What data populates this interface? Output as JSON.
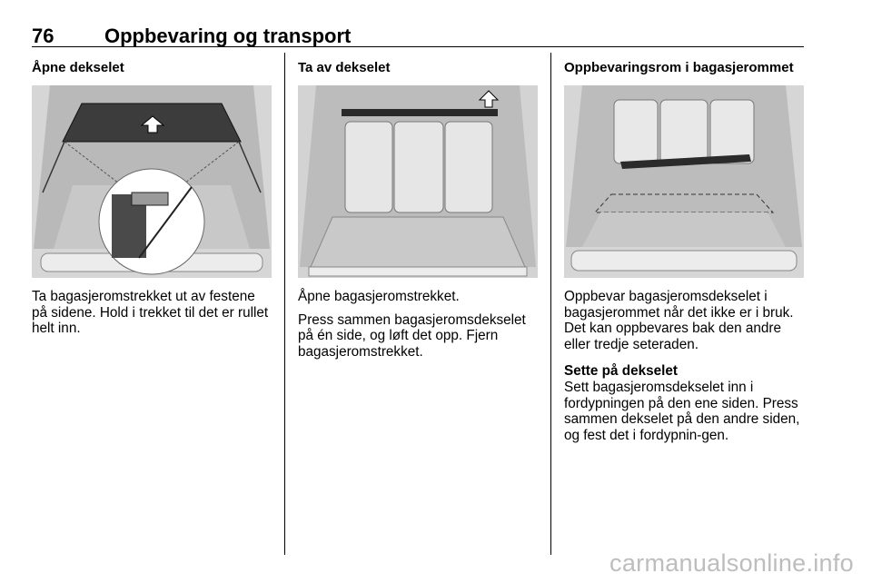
{
  "header": {
    "page_number": "76",
    "chapter_title": "Oppbevaring og transport"
  },
  "columns": [
    {
      "heading": "Åpne dekselet",
      "figure_icon": "cargo-cover-open-illustration",
      "paragraphs": [
        "Ta bagasjeromstrekket ut av festene på sidene. Hold i trekket til det er rullet helt inn."
      ]
    },
    {
      "heading": "Ta av dekselet",
      "figure_icon": "cargo-cover-remove-illustration",
      "paragraphs": [
        "Åpne bagasjeromstrekket.",
        "Press sammen bagasjeromsdekselet på én side, og løft det opp. Fjern bagasjeromstrekket."
      ]
    },
    {
      "heading": "Oppbevaringsrom i bagasjerommet",
      "figure_icon": "cargo-cover-storage-illustration",
      "paragraphs": [
        "Oppbevar bagasjeromsdekselet i bagasjerommet når det ikke er i bruk. Det kan oppbevares bak den andre eller tredje seteraden."
      ],
      "subsection": {
        "heading": "Sette på dekselet",
        "text": "Sett bagasjeromsdekselet inn i fordypningen på den ene siden. Press sammen dekselet på den andre siden, og fest det i fordypnin-gen."
      }
    }
  ],
  "watermark": "carmanualsonline.info"
}
